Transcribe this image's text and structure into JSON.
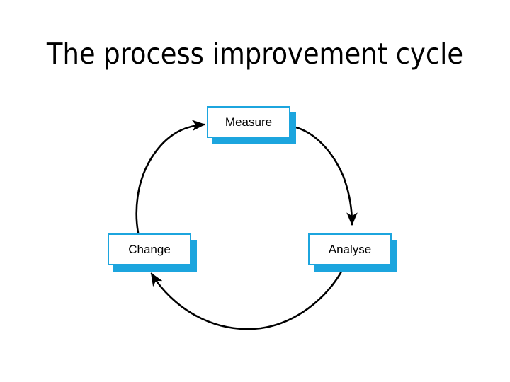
{
  "slide": {
    "title": "The process improvement cycle",
    "background_color": "#FFFFFF"
  },
  "diagram": {
    "type": "cycle",
    "accent_color": "#1CA5DE",
    "box_fill_color": "#FFFFFF",
    "text_color": "#000000",
    "arrow_color": "#000000",
    "direction": "clockwise",
    "nodes": [
      {
        "id": "measure",
        "label": "Measure",
        "position": "top-center"
      },
      {
        "id": "analyse",
        "label": "Analyse",
        "position": "bottom-right"
      },
      {
        "id": "change",
        "label": "Change",
        "position": "bottom-left"
      }
    ],
    "arrows": [
      {
        "id": "change-to-measure",
        "from": "Change",
        "to": "Measure",
        "style": "curved"
      },
      {
        "id": "measure-to-analyse",
        "from": "Measure",
        "to": "Analyse",
        "style": "curved"
      },
      {
        "id": "analyse-to-change",
        "from": "Analyse",
        "to": "Change",
        "style": "curved"
      }
    ]
  }
}
